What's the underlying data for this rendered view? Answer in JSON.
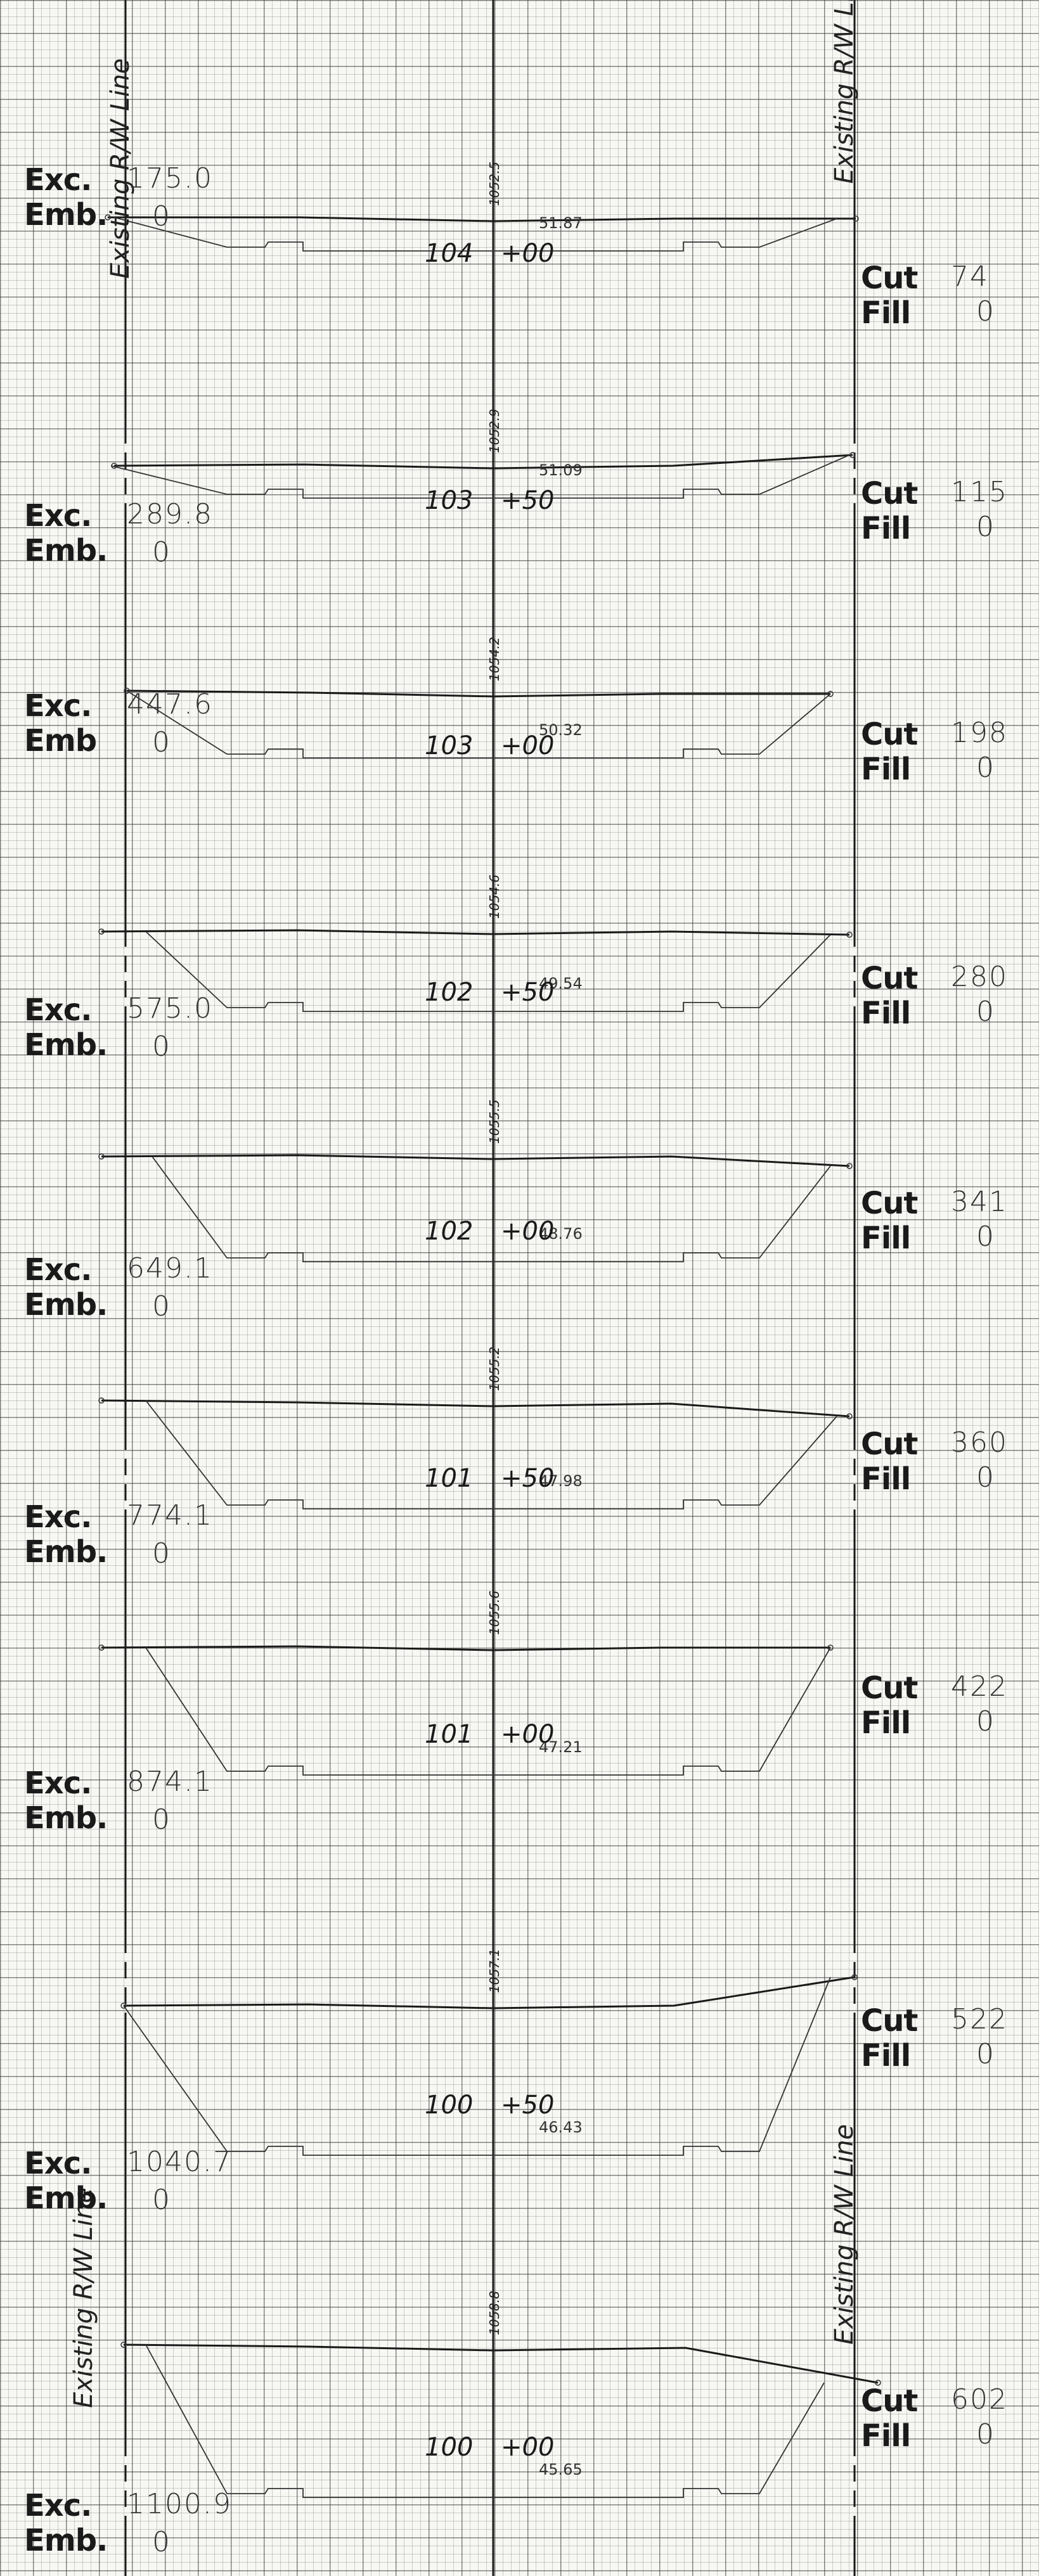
{
  "rw_labels": {
    "top_left": "Existing R/W Line",
    "top_right": "Existing R/W Line",
    "bottom_left": "Existing R/W Line",
    "bottom_right": "Existing R/W Line"
  },
  "sections": [
    {
      "station": "104",
      "plus": "+00",
      "elevation": "1052.5",
      "width": "51.87",
      "exc_label": "Exc.",
      "exc": "175.0",
      "emb_label": "Emb.",
      "emb": "0",
      "cut_label": "Cut",
      "cut": "74",
      "fill_label": "Fill",
      "fill": "0"
    },
    {
      "station": "103",
      "plus": "+50",
      "elevation": "1052.9",
      "width": "51.09",
      "exc_label": "Exc.",
      "exc": "289.8",
      "emb_label": "Emb.",
      "emb": "0",
      "cut_label": "Cut",
      "cut": "115",
      "fill_label": "Fill",
      "fill": "0"
    },
    {
      "station": "103",
      "plus": "+00",
      "elevation": "1054.2",
      "width": "50.32",
      "exc_label": "Exc.",
      "exc": "447.6",
      "emb_label": "Emb",
      "emb": "0",
      "cut_label": "Cut",
      "cut": "198",
      "fill_label": "Fill",
      "fill": "0"
    },
    {
      "station": "102",
      "plus": "+50",
      "elevation": "1054.6",
      "width": "49.54",
      "exc_label": "Exc.",
      "exc": "575.0",
      "emb_label": "Emb.",
      "emb": "0",
      "cut_label": "Cut",
      "cut": "280",
      "fill_label": "Fill",
      "fill": "0"
    },
    {
      "station": "102",
      "plus": "+00",
      "elevation": "1055.5",
      "width": "48.76",
      "exc_label": "Exc.",
      "exc": "649.1",
      "emb_label": "Emb.",
      "emb": "0",
      "cut_label": "Cut",
      "cut": "341",
      "fill_label": "Fill",
      "fill": "0"
    },
    {
      "station": "101",
      "plus": "+50",
      "elevation": "1055.2",
      "width": "47.98",
      "exc_label": "Exc.",
      "exc": "774.1",
      "emb_label": "Emb.",
      "emb": "0",
      "cut_label": "Cut",
      "cut": "360",
      "fill_label": "Fill",
      "fill": "0"
    },
    {
      "station": "101",
      "plus": "+00",
      "elevation": "1055.6",
      "width": "47.21",
      "exc_label": "Exc.",
      "exc": "874.1",
      "emb_label": "Emb.",
      "emb": "0",
      "cut_label": "Cut",
      "cut": "422",
      "fill_label": "Fill",
      "fill": "0"
    },
    {
      "station": "100",
      "plus": "+50",
      "elevation": "1057.1",
      "width": "46.43",
      "exc_label": "Exc.",
      "exc": "1040.7",
      "emb_label": "Emb.",
      "emb": "0",
      "cut_label": "Cut",
      "cut": "522",
      "fill_label": "Fill",
      "fill": "0"
    },
    {
      "station": "100",
      "plus": "+00",
      "elevation": "1058.8",
      "width": "45.65",
      "exc_label": "Exc.",
      "exc": "1100.9",
      "emb_label": "Emb.",
      "emb": "0",
      "cut_label": "Cut",
      "cut": "602",
      "fill_label": "Fill",
      "fill": "0"
    }
  ]
}
